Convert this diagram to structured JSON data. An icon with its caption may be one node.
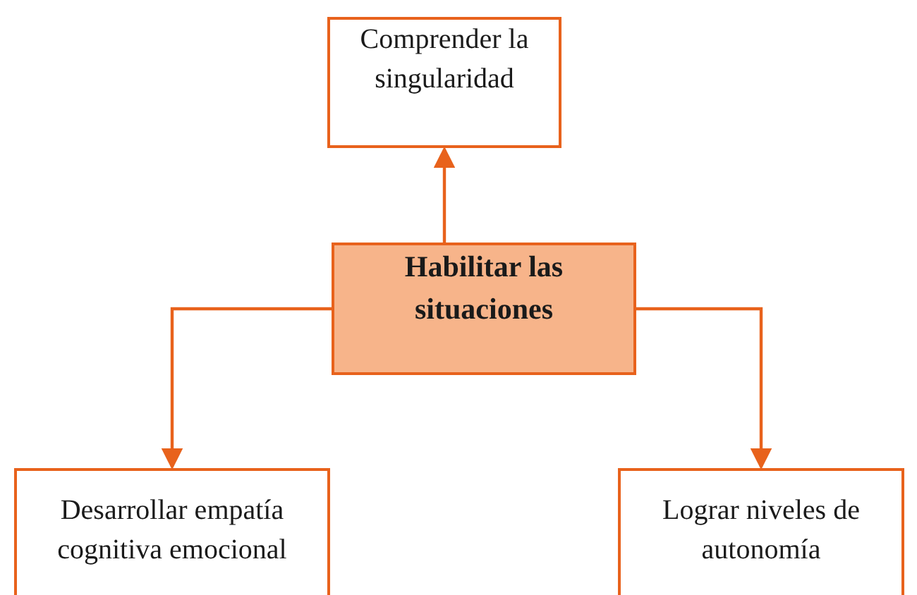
{
  "diagram": {
    "nodes": [
      {
        "text": [
          "Comprender la singularidad"
        ]
      },
      {
        "text": [
          "Habilitar las situaciones"
        ]
      },
      {
        "text": [
          "Desarrollar empatía cognitiva emocional"
        ]
      },
      {
        "text": [
          "Lograr niveles de autonomía"
        ]
      }
    ],
    "edges": [
      {
        "from": 1,
        "to": 0,
        "arrow": "to"
      },
      {
        "from": 1,
        "to": 2,
        "arrow": "to"
      },
      {
        "from": 1,
        "to": 3,
        "arrow": "to"
      }
    ]
  }
}
